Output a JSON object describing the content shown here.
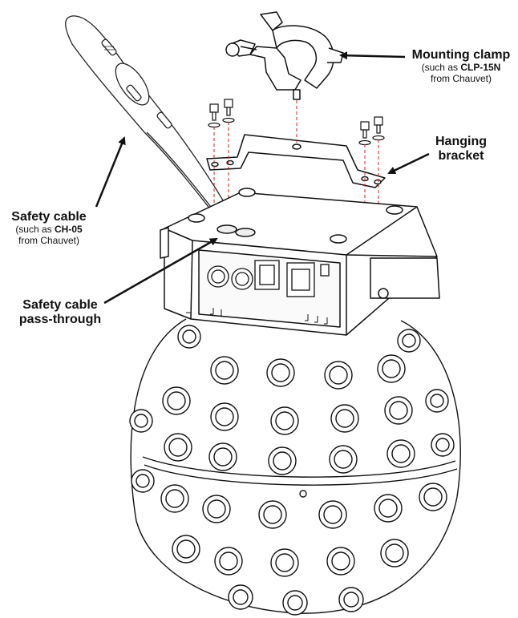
{
  "labels": {
    "mounting_clamp": {
      "title": "Mounting clamp",
      "line1_prefix": "(such as ",
      "line1_bold": "CLP-15N",
      "line2": "from Chauvet)"
    },
    "hanging_bracket": {
      "line1": "Hanging",
      "line2": "bracket"
    },
    "safety_cable": {
      "title": "Safety cable",
      "line1_prefix": "(such as ",
      "line1_bold": "CH-05",
      "line2": "from Chauvet)"
    },
    "pass_through": {
      "line1": "Safety cable",
      "line2": "pass-through"
    }
  },
  "colors": {
    "line": "#1a1a1a",
    "dashed_guide": "#d21f1f",
    "background": "#ffffff"
  },
  "icons": {
    "clamp": "mounting-clamp-icon",
    "bracket": "hanging-bracket-icon",
    "fixture": "fixture-housing-icon",
    "ball": "lens-sphere-icon",
    "cable": "safety-cable-icon"
  }
}
